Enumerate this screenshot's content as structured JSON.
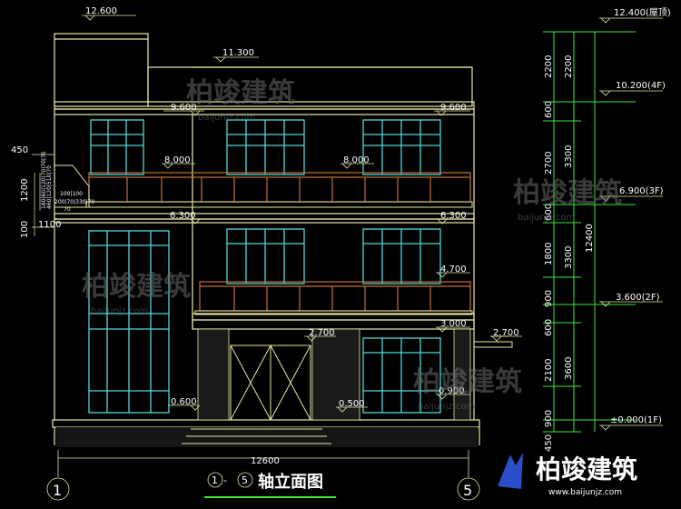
{
  "drawing": {
    "title": "轴立面图",
    "axis_start": "1",
    "axis_end": "5",
    "overall_width": "12600",
    "total_height": "12400"
  },
  "elevations": {
    "parapet_top": "12.600",
    "roof_stair": "11.300",
    "floor4_left": "9.600",
    "floor4_right": "9.600",
    "balcony3_left": "8.000",
    "balcony3_right": "8.000",
    "floor3_left": "6.300",
    "floor3_right": "6.300",
    "balcony2": "4.700",
    "floor2": "3.000",
    "canopy_left": "2.700",
    "canopy_right": "2.700",
    "sill_left": "0.600",
    "step": "0.500",
    "sill_right": "0.900"
  },
  "left_dims": {
    "d450": "450",
    "d1200": "1200",
    "d100": "100",
    "d1100": "1100",
    "rail_notes": [
      "180|60|120|70|70|70",
      "460|120|510|70",
      "100|100",
      "200|70|330|70",
      "70"
    ]
  },
  "right_levels": {
    "roof": "12.400(屋顶)",
    "fourth": "10.200(4F)",
    "third": "6.900(3F)",
    "second": "3.600(2F)",
    "ground": "±0.000(1F)"
  },
  "right_dims_inner": [
    "2200",
    "600",
    "2700",
    "600",
    "1800",
    "900",
    "600",
    "2100",
    "900"
  ],
  "right_dims_outer": [
    "2200",
    "3300",
    "3300",
    "3600"
  ],
  "right_dim_bottom": "450",
  "brand": {
    "name": "柏竣建筑",
    "url": "www.baijunjz.com",
    "watermark_url": "baijunjz.com"
  }
}
